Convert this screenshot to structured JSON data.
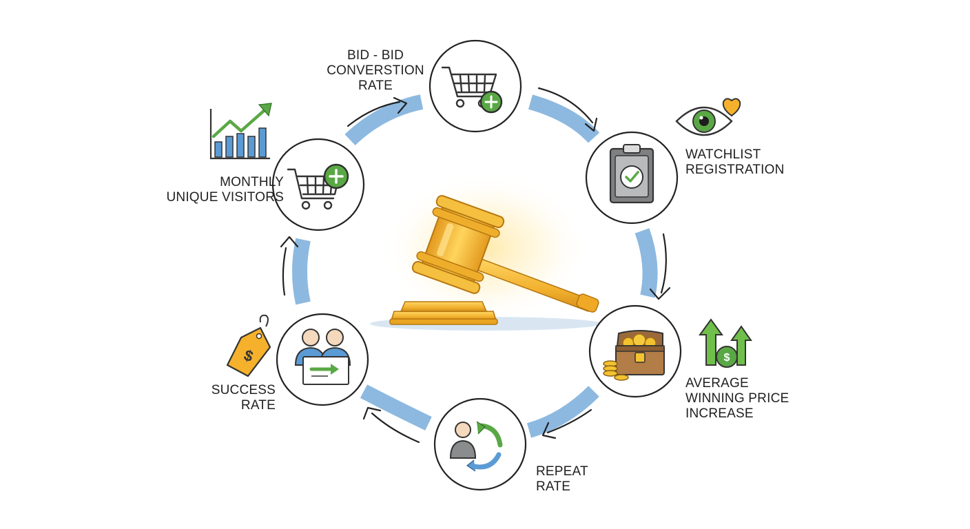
{
  "center": {
    "icon": "gavel-icon"
  },
  "nodes": [
    {
      "id": "bid-conversion",
      "icon": "cart-plus-icon",
      "label_lines": [
        "BID - BID",
        "CONVERSTION",
        "RATE"
      ],
      "side_icon": null
    },
    {
      "id": "watchlist",
      "icon": "clipboard-check-icon",
      "label_lines": [
        "WATCHLIST",
        "REGISTRATION"
      ],
      "side_icon": "eye-heart-icon"
    },
    {
      "id": "avg-price",
      "icon": "treasure-chest-icon",
      "label_lines": [
        "AVERAGE",
        "WINNING PRICE",
        "INCREASE"
      ],
      "side_icon": "arrows-up-dollar-icon"
    },
    {
      "id": "repeat",
      "icon": "user-cycle-icon",
      "label_lines": [
        "REPEAT",
        "RATE"
      ],
      "side_icon": null
    },
    {
      "id": "success",
      "icon": "users-handoff-icon",
      "label_lines": [
        "SUCCESS",
        "RATE"
      ],
      "side_icon": "price-tag-icon"
    },
    {
      "id": "monthly-visitors",
      "icon": "cart-plus-icon",
      "label_lines": [
        "MONTHLY",
        "UNIQUE VISITORS"
      ],
      "side_icon": "growth-chart-icon"
    }
  ],
  "colors": {
    "ring_blue": "#8db9e0",
    "outline": "#222222",
    "green": "#5aa845",
    "gold": "#f2b12e",
    "gold_dark": "#c97f12"
  }
}
